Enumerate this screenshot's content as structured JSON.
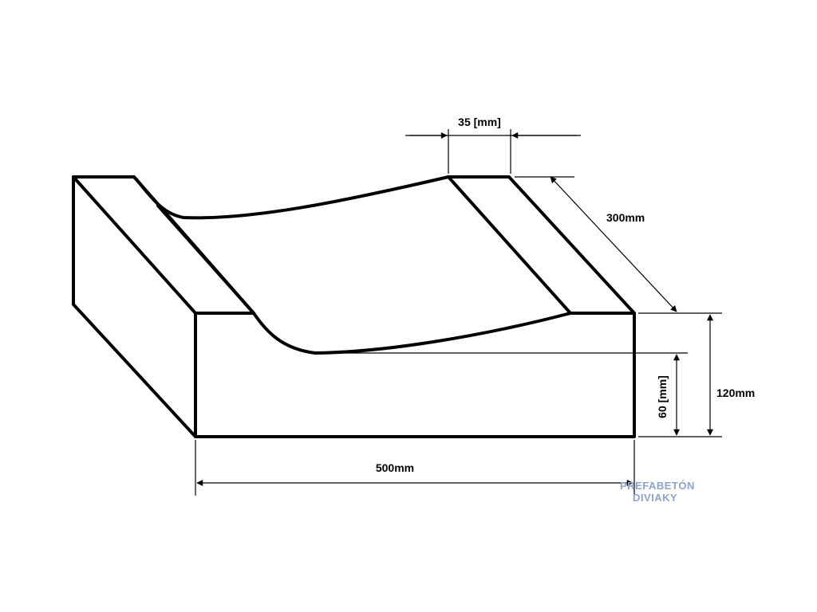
{
  "diagram": {
    "dimensions": {
      "rim_width": "35 [mm]",
      "depth": "300mm",
      "total_height": "120mm",
      "channel_depth": "60 [mm]",
      "length": "500mm"
    },
    "watermark": {
      "line1": "PREFABETÓN",
      "line2": "DIVIAKY",
      "color": "#8da3c9"
    }
  }
}
